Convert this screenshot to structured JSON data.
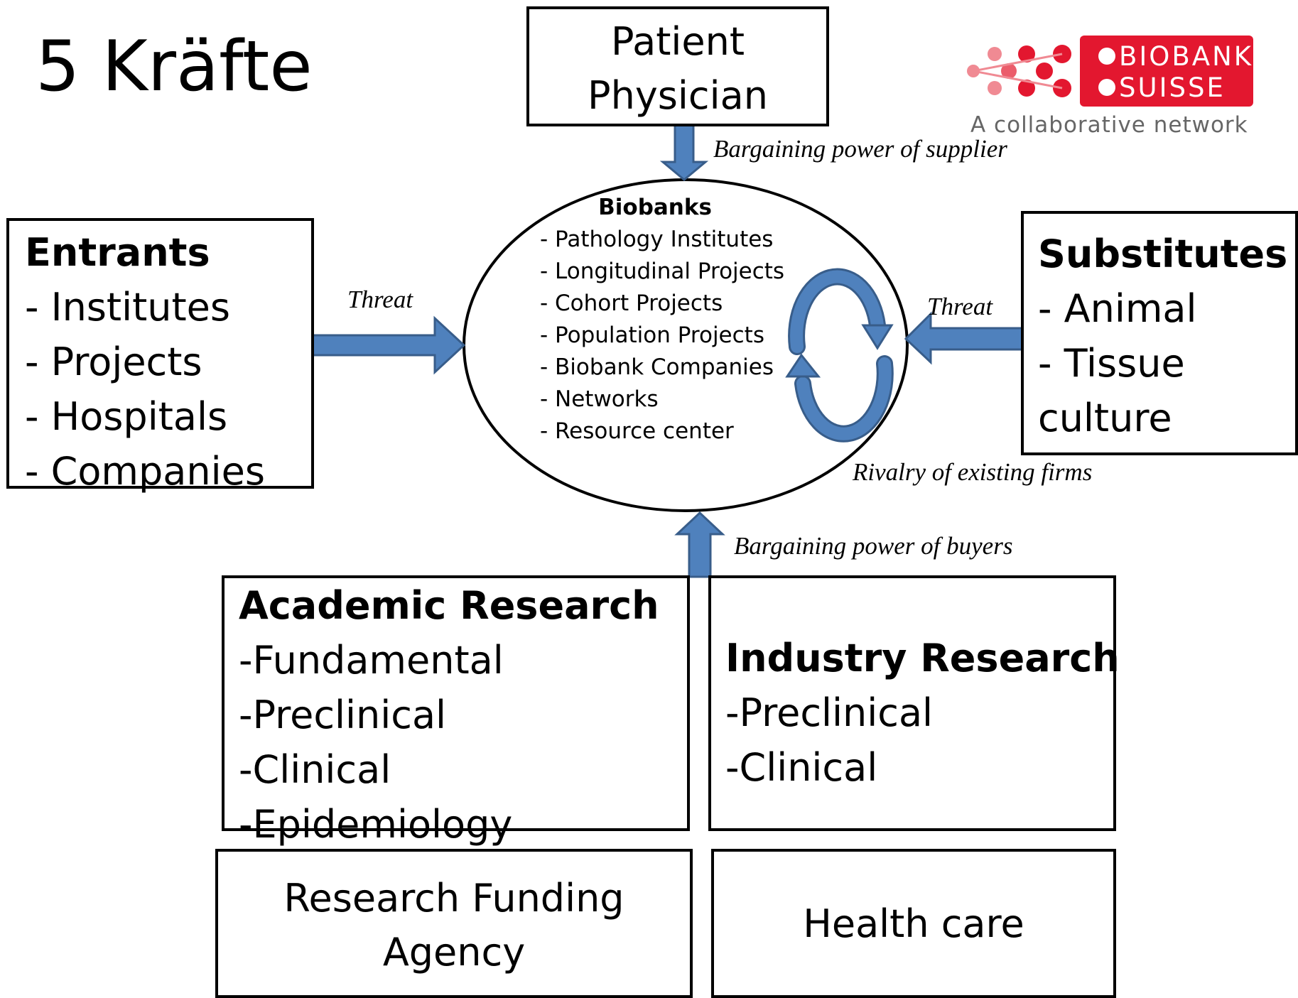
{
  "title": "5 Kräfte",
  "logo": {
    "line1": "BIOBANK",
    "line2": "SUISSE",
    "tagline": "A collaborative network",
    "brand_color": "#e3172f"
  },
  "supplier_box": {
    "line1": "Patient",
    "line2": "Physician"
  },
  "labels": {
    "supplier_force": "Bargaining power of supplier",
    "entrants_threat": "Threat",
    "substitutes_threat": "Threat",
    "rivalry": "Rivalry of existing firms",
    "buyers_force": "Bargaining power of buyers"
  },
  "entrants": {
    "heading": "Entrants",
    "items": [
      "- Institutes",
      "- Projects",
      "- Hospitals",
      "- Companies"
    ]
  },
  "substitutes": {
    "heading": "Substitutes",
    "items": [
      "- Animal",
      "- Tissue",
      "culture"
    ]
  },
  "biobanks": {
    "heading": "Biobanks",
    "items": [
      "- Pathology Institutes",
      "- Longitudinal Projects",
      "- Cohort Projects",
      "- Population Projects",
      "- Biobank Companies",
      "- Networks",
      "- Resource center"
    ]
  },
  "academic": {
    "heading": "Academic Research",
    "items": [
      "-Fundamental",
      "-Preclinical",
      "-Clinical",
      "-Epidemiology"
    ]
  },
  "industry": {
    "heading": "Industry Research",
    "items": [
      "-Preclinical",
      "-Clinical"
    ]
  },
  "funding": {
    "line1": "Research Funding",
    "line2": "Agency"
  },
  "healthcare": {
    "label": "Health care"
  },
  "colors": {
    "arrow_fill": "#4f81bd",
    "arrow_stroke": "#385d8a"
  }
}
